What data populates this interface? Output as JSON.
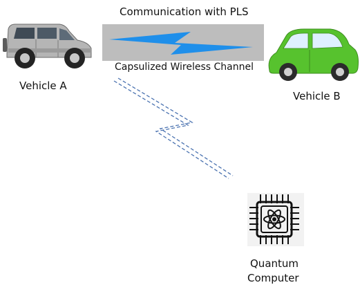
{
  "labels": {
    "top_channel": "Communication with PLS",
    "bottom_channel": "Capsulized Wireless Channel",
    "vehicle_a": "Vehicle A",
    "vehicle_b": "Vehicle B",
    "quantum_line1": "Quantum",
    "quantum_line2": "Computer"
  },
  "icons": {
    "vehicle_a": "suv-car-icon",
    "vehicle_b": "compact-car-icon",
    "channel_bolt": "lightning-bolt-icon",
    "quantum_link": "dashed-lightning-link-icon",
    "quantum": "quantum-chip-icon"
  },
  "colors": {
    "channel_box": "#bdbdbd",
    "bolt": "#1f8fea",
    "dashed_link": "#4a72b0",
    "vehicle_a_body": "#b5b5b5",
    "vehicle_b_body": "#57c22e",
    "chip": "#111111"
  }
}
